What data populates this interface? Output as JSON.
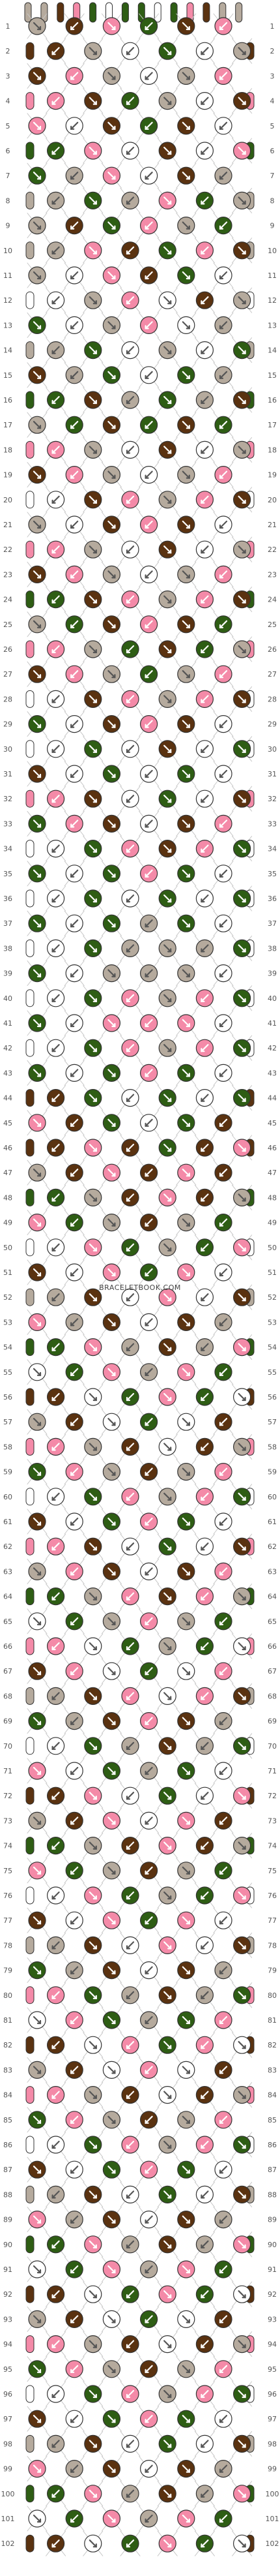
{
  "pattern": {
    "rows": 102,
    "strings": 14,
    "watermark": "BRACELETBOOK.COM",
    "colors": {
      "A": "#b5aa9d",
      "B": "#5a3210",
      "C": "#f48aa8",
      "D": "#2e5d14",
      "E": "#ffffff"
    },
    "start_strings": [
      "A",
      "A",
      "B",
      "C",
      "D",
      "E",
      "D",
      "D",
      "E",
      "D",
      "C",
      "B",
      "A",
      "A"
    ],
    "knot_colors": [
      "ABCDBCA",
      "BAEDEAB",
      "BCAEACB",
      "CBDAEBC",
      "CEBDBEC",
      "DCEBECD",
      "DACEBAD",
      "ADACDAA",
      "ABDCADB",
      "ACBDCBA",
      "AECBDEA",
      "EACEBAE",
      "DEACEAD",
      "ADEAEDA",
      "BADEDAB",
      "DBADABD",
      "ADBDBDA",
      "CAEBEAC",
      "BCAEACB",
      "EBCACBE",
      "AEBCBEA",
      "CAEBEAC",
      "BCAEACB",
      "DBCACBD",
      "ADBCBDA",
      "CADBDAC",
      "BCADACB",
      "EBCACBE",
      "DEBCBED",
      "EDEBEDE",
      "BEDEDEB",
      "CBEDEBC",
      "DCBEBCD",
      "EDCBCDE",
      "DEDCDED",
      "EDEDEDE",
      "DEDADED",
      "EDAAADE",
      "DEAAAED",
      "EDCACDE",
      "DECCCED",
      "EDCACDE",
      "DEDCDED",
      "BDEDEDB",
      "CBDEDBC",
      "BCBDBCB",
      "ABCBCBA",
      "DABCBAD",
      "CDABADC",
      "ECDADCE",
      "BECDCEB",
      "ABECEBA",
      "CABEBAC",
      "DCABACD",
      "EDCACDE",
      "BEDCDEB",
      "ABEDEBA",
      "CABEBAC",
      "DCABACD",
      "EDCACDE",
      "BEDCDEB",
      "CBEDEBC",
      "ACBEBCA",
      "DACBCAD",
      "EDACADE",
      "CEDADEC",
      "BCEDECB",
      "ABCECBA",
      "DABCBAD",
      "EDABADE",
      "CEDADEC",
      "BCEDECB",
      "ABCECBA",
      "DABCBAD",
      "CDABADC",
      "ECDADCE",
      "BECDCEB",
      "ABECEBA",
      "DABEBAD",
      "CDABADC",
      "ECDADCE",
      "BECDCEB",
      "ABECEBA",
      "CABEBAC",
      "DCABACD",
      "EDCACDE",
      "BEDCDEB",
      "ABEDEBA",
      "CABEBAC",
      "DCABACD",
      "EDCACDE",
      "BEDCDEB",
      "ABEDEBA",
      "CABEBAC",
      "DCABACD",
      "EDCACDE",
      "BEDCDEB",
      "ABEDEBA",
      "CABEBAC",
      "DCABACD",
      "EDCACDE",
      "BEDCDEB"
    ]
  }
}
